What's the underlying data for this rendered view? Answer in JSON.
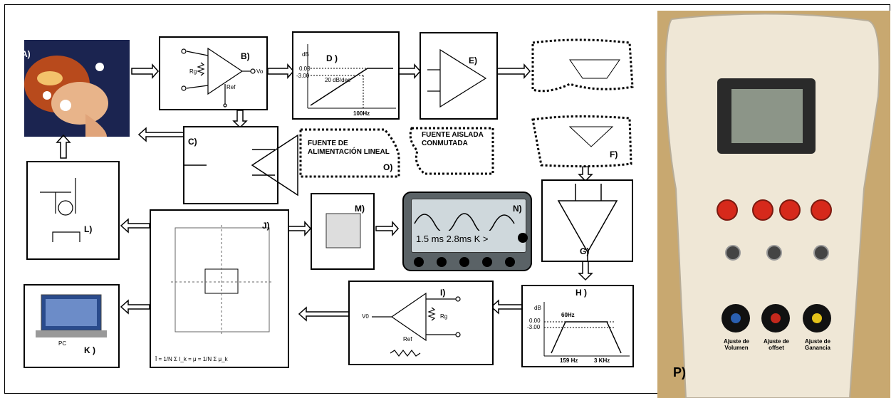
{
  "labels": {
    "a": "A)",
    "b": "B)",
    "c": "C)",
    "d": "D )",
    "e": "E)",
    "f": "F)",
    "g": "G)",
    "h": "H )",
    "i": "I)",
    "j": "J)",
    "k": "K )",
    "l": "L)",
    "m": "M)",
    "n": "N)",
    "o": "O)",
    "p": "P)"
  },
  "block_d": {
    "db": "dB",
    "v1": "0.00",
    "v2": "-3.00",
    "slope": "20 dB/dec",
    "freq": "100Hz"
  },
  "block_h": {
    "db": "dB",
    "v1": "0.00",
    "v2": "-3.00",
    "peak": "60Hz",
    "f1": "159 Hz",
    "f2": "3 KHz"
  },
  "block_b": {
    "rg": "Rg",
    "ref": "Ref",
    "vo": "Vo"
  },
  "block_i": {
    "v0": "V0",
    "ref": "Ref",
    "rg": "Rg"
  },
  "fuente_lineal": "FUENTE DE ALIMENTACIÓN LINEAL",
  "fuente_aislada": "FUENTE AISLADA CONMUTADA",
  "lcd_text": "1.5 ms  2.8ms K >",
  "pc_label": "PC",
  "formula": "Ī = 1/N Σ I_k = μ = 1/N Σ μ_k",
  "photo": {
    "knob1": "Ajuste de Volumen",
    "knob2": "Ajuste de offset",
    "knob3": "Ajuste de Ganancia"
  },
  "colors": {
    "photo_body": "#e9d4a8",
    "button_red": "#d6291b",
    "lcd_body": "#5a6266"
  }
}
